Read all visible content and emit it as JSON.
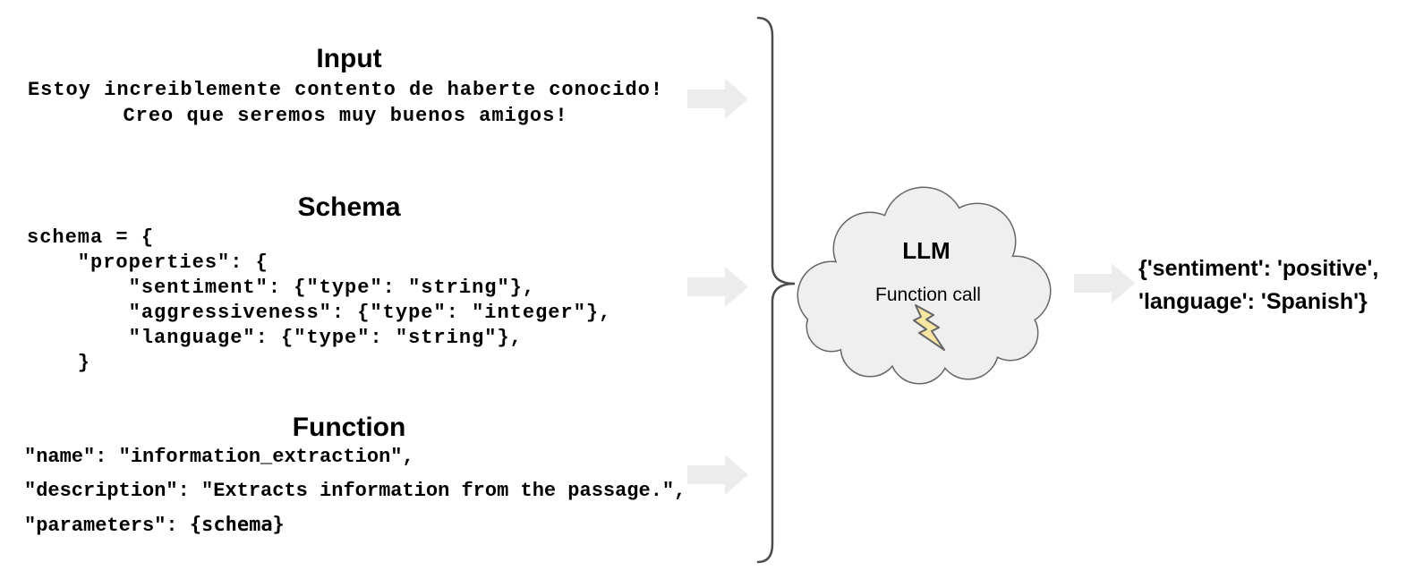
{
  "input_section": {
    "title": "Input",
    "line1": "Estoy increiblemente contento de haberte conocido!",
    "line2": "Creo que seremos muy buenos amigos!"
  },
  "schema_section": {
    "title": "Schema",
    "code_lines": [
      "schema = {",
      "    \"properties\": {",
      "        \"sentiment\": {\"type\": \"string\"},",
      "        \"aggressiveness\": {\"type\": \"integer\"},",
      "        \"language\": {\"type\": \"string\"},",
      "    }"
    ]
  },
  "function_section": {
    "title": "Function",
    "name_line": "\"name\": \"information_extraction\",",
    "description_line": "\"description\": \"Extracts information from the passage.\",",
    "parameters_prefix": "\"parameters\": ",
    "parameters_var": "{schema}"
  },
  "llm_cloud": {
    "title": "LLM",
    "subtitle": "Function call",
    "icon": "lightning-bolt-icon"
  },
  "output_section": {
    "line1": "{'sentiment': 'positive',",
    "line2": "'language': 'Spanish'}"
  },
  "colors": {
    "arrow_fill": "#ececec",
    "cloud_fill": "#efefef",
    "cloud_stroke": "#666666",
    "bolt_fill": "#f7e7a2",
    "bolt_stroke": "#666666",
    "brace_stroke": "#4d4d4d",
    "text_color": "#000000",
    "background": "#ffffff"
  }
}
